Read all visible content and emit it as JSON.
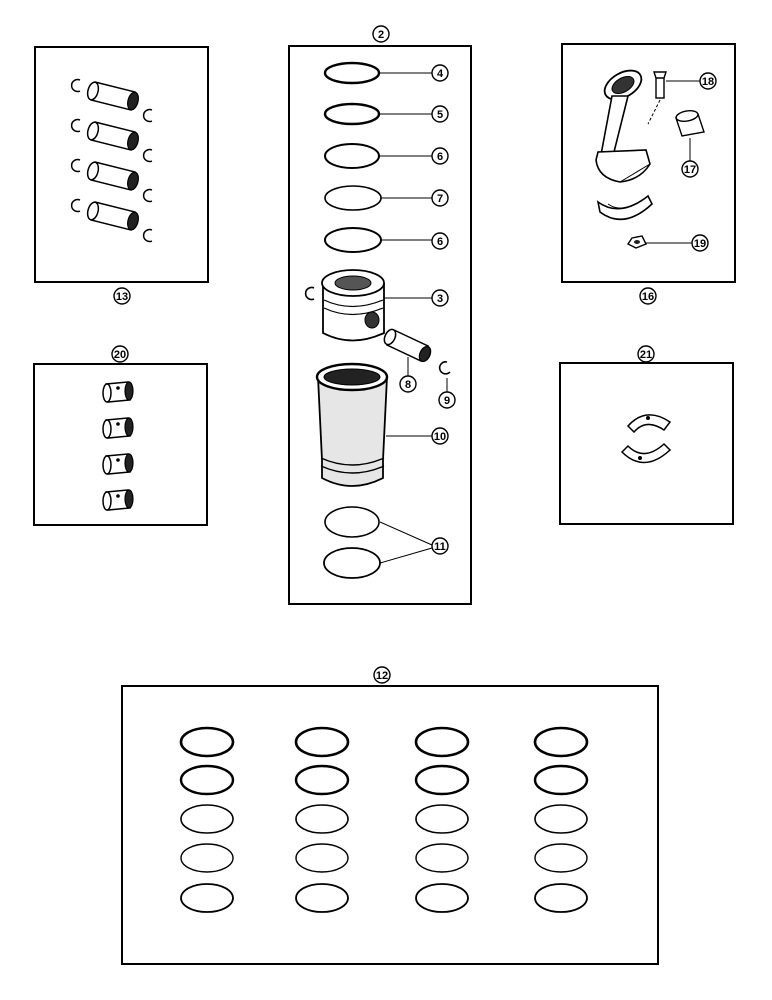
{
  "callouts": {
    "c2": "2",
    "c3": "3",
    "c4": "4",
    "c5": "5",
    "c6a": "6",
    "c6b": "6",
    "c7": "7",
    "c8": "8",
    "c9": "9",
    "c10": "10",
    "c11": "11",
    "c12": "12",
    "c13": "13",
    "c16": "16",
    "c17": "17",
    "c18": "18",
    "c19": "19",
    "c20": "20",
    "c21": "21"
  },
  "kit_12": {
    "columns": 4,
    "rings_per_column": 5
  },
  "kit_13": {
    "pin_count": 4
  },
  "kit_20": {
    "bushing_count": 4
  }
}
